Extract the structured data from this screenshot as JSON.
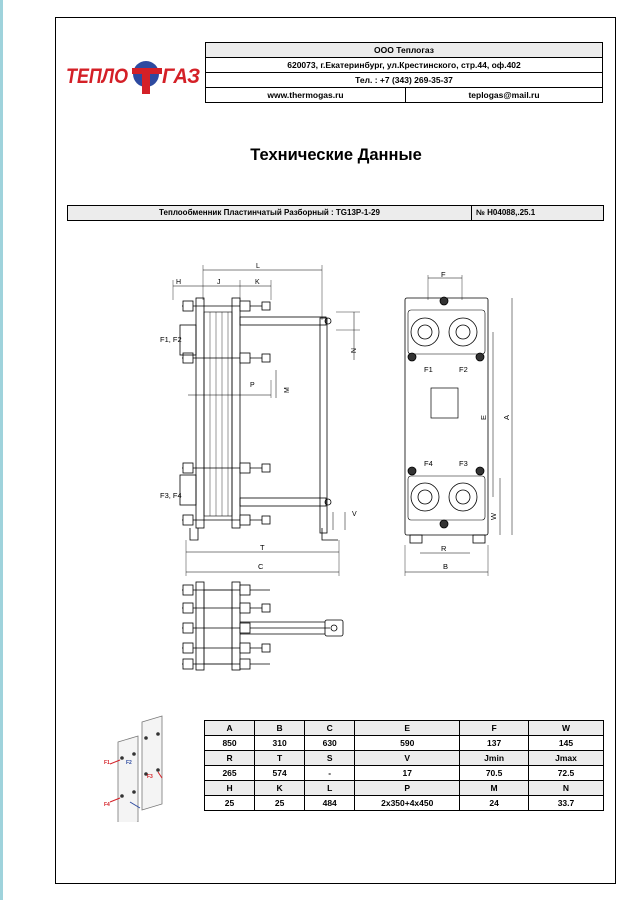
{
  "company": {
    "name": "ООО Теплогаз",
    "address": "620073, г.Екатеринбург, ул.Крестинского, стр.44, оф.402",
    "phone": "Тел. : +7 (343) 269-35-37",
    "website": "www.thermogas.ru",
    "email": "teplogas@mail.ru"
  },
  "logo": {
    "text_left": "ТЕПЛО",
    "text_right": "ГАЗ",
    "color_red": "#d42027",
    "color_blue": "#2d4aa0"
  },
  "title": "Технические Данные",
  "model": {
    "name": "Теплообменник Пластинчатый Разборный : TG13P-1-29",
    "number": "№ Н04088,.25.1"
  },
  "drawing_labels": {
    "H": "H",
    "J": "J",
    "K": "K",
    "L": "L",
    "N": "N",
    "P": "P",
    "M": "M",
    "F12": "F1, F2",
    "F34": "F3, F4",
    "T": "T",
    "C": "C",
    "V": "V",
    "F": "F",
    "F1": "F1",
    "F2": "F2",
    "F3": "F3",
    "F4": "F4",
    "E": "E",
    "A": "A",
    "W": "W",
    "R": "R",
    "B": "B"
  },
  "iso_labels": {
    "F1": "F1",
    "F2": "F2",
    "F3": "F3",
    "F4": "F4"
  },
  "specs": {
    "rows": [
      {
        "headers": [
          "A",
          "B",
          "C",
          "E",
          "F",
          "W"
        ],
        "values": [
          "850",
          "310",
          "630",
          "590",
          "137",
          "145"
        ]
      },
      {
        "headers": [
          "R",
          "T",
          "S",
          "V",
          "Jmin",
          "Jmax"
        ],
        "values": [
          "265",
          "574",
          "-",
          "17",
          "70.5",
          "72.5"
        ]
      },
      {
        "headers": [
          "H",
          "K",
          "L",
          "P",
          "M",
          "N"
        ],
        "values": [
          "25",
          "25",
          "484",
          "2x350+4x450",
          "24",
          "33.7"
        ]
      }
    ]
  }
}
